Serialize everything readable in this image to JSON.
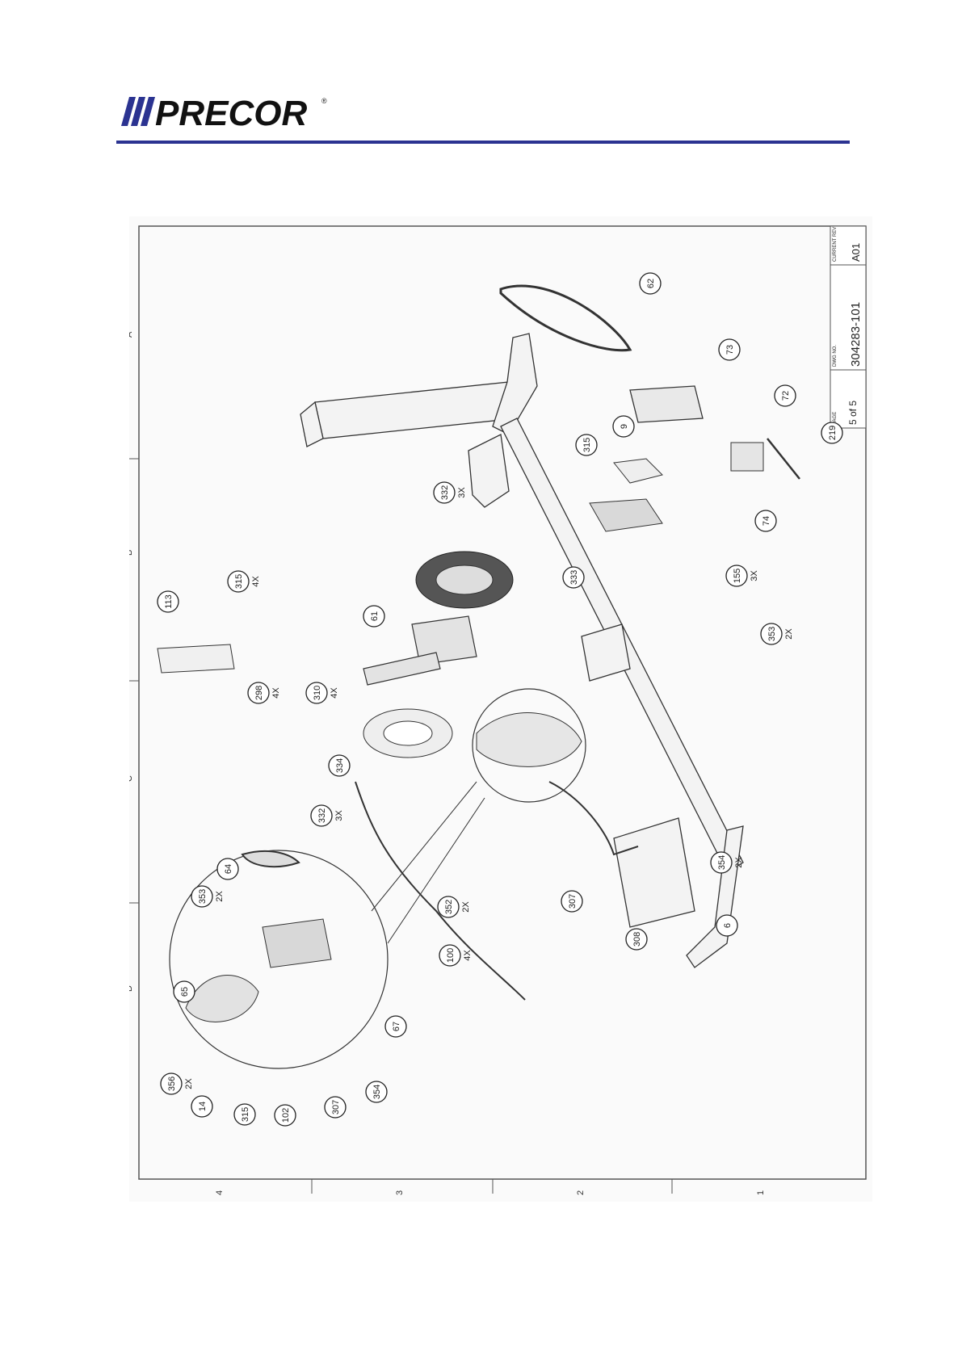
{
  "brand": {
    "name": "PRECOR",
    "registered_mark": "®",
    "accent_color": "#2b3391"
  },
  "drawing": {
    "title_block": {
      "page_label": "PAGE",
      "page_value": "5 of 5",
      "drawing_no_label": "DWG NO.",
      "drawing_no_value": "304283-101",
      "revision_label": "CURRENT REV",
      "revision_value": "A01"
    },
    "zones_letters": [
      "A",
      "B",
      "C",
      "D"
    ],
    "zones_numbers": [
      "4",
      "3",
      "2",
      "1"
    ],
    "callouts": [
      {
        "id": "62"
      },
      {
        "id": "73"
      },
      {
        "id": "72"
      },
      {
        "id": "219"
      },
      {
        "id": "9"
      },
      {
        "id": "315",
        "note": ""
      },
      {
        "id": "74"
      },
      {
        "id": "155",
        "qty": "3X"
      },
      {
        "id": "332",
        "qty": "3X"
      },
      {
        "id": "333"
      },
      {
        "id": "353",
        "qty": "2X"
      },
      {
        "id": "61"
      },
      {
        "id": "113"
      },
      {
        "id": "315",
        "qty": "4X"
      },
      {
        "id": "298",
        "qty": "4X"
      },
      {
        "id": "310",
        "qty": "4X"
      },
      {
        "id": "334"
      },
      {
        "id": "332",
        "qty": "3X"
      },
      {
        "id": "354",
        "qty": "2X"
      },
      {
        "id": "6"
      },
      {
        "id": "308"
      },
      {
        "id": "307"
      },
      {
        "id": "64"
      },
      {
        "id": "353",
        "qty": "2X"
      },
      {
        "id": "352",
        "qty": "2X"
      },
      {
        "id": "100",
        "qty": "4X"
      },
      {
        "id": "65"
      },
      {
        "id": "67"
      },
      {
        "id": "356",
        "qty": "2X"
      },
      {
        "id": "14"
      },
      {
        "id": "315"
      },
      {
        "id": "102"
      },
      {
        "id": "307"
      },
      {
        "id": "354"
      }
    ]
  }
}
